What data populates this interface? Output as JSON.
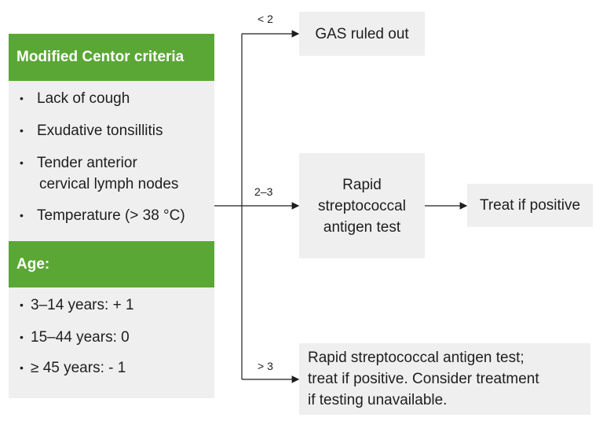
{
  "criteria": {
    "title": "Modified Centor criteria",
    "items": [
      "Lack of cough",
      "Exudative tonsillitis",
      "Tender anterior",
      "cervical lymph nodes",
      "Temperature (> 38 °C)"
    ]
  },
  "age": {
    "title": "Age:",
    "items": [
      "3–14 years: + 1",
      "15–44 years: 0",
      "≥ 45 years: - 1"
    ]
  },
  "bullet_char": "•",
  "branches": {
    "low": {
      "label": "< 2",
      "result": "GAS ruled out"
    },
    "mid": {
      "label": "2–3",
      "line1": "Rapid",
      "line2": "streptococcal",
      "line3": "antigen test",
      "next": "Treat if positive"
    },
    "high": {
      "label": "> 3",
      "line1": "Rapid streptococcal antigen test;",
      "line2": "treat if positive. Consider treatment",
      "line3": "if testing unavailable."
    }
  }
}
